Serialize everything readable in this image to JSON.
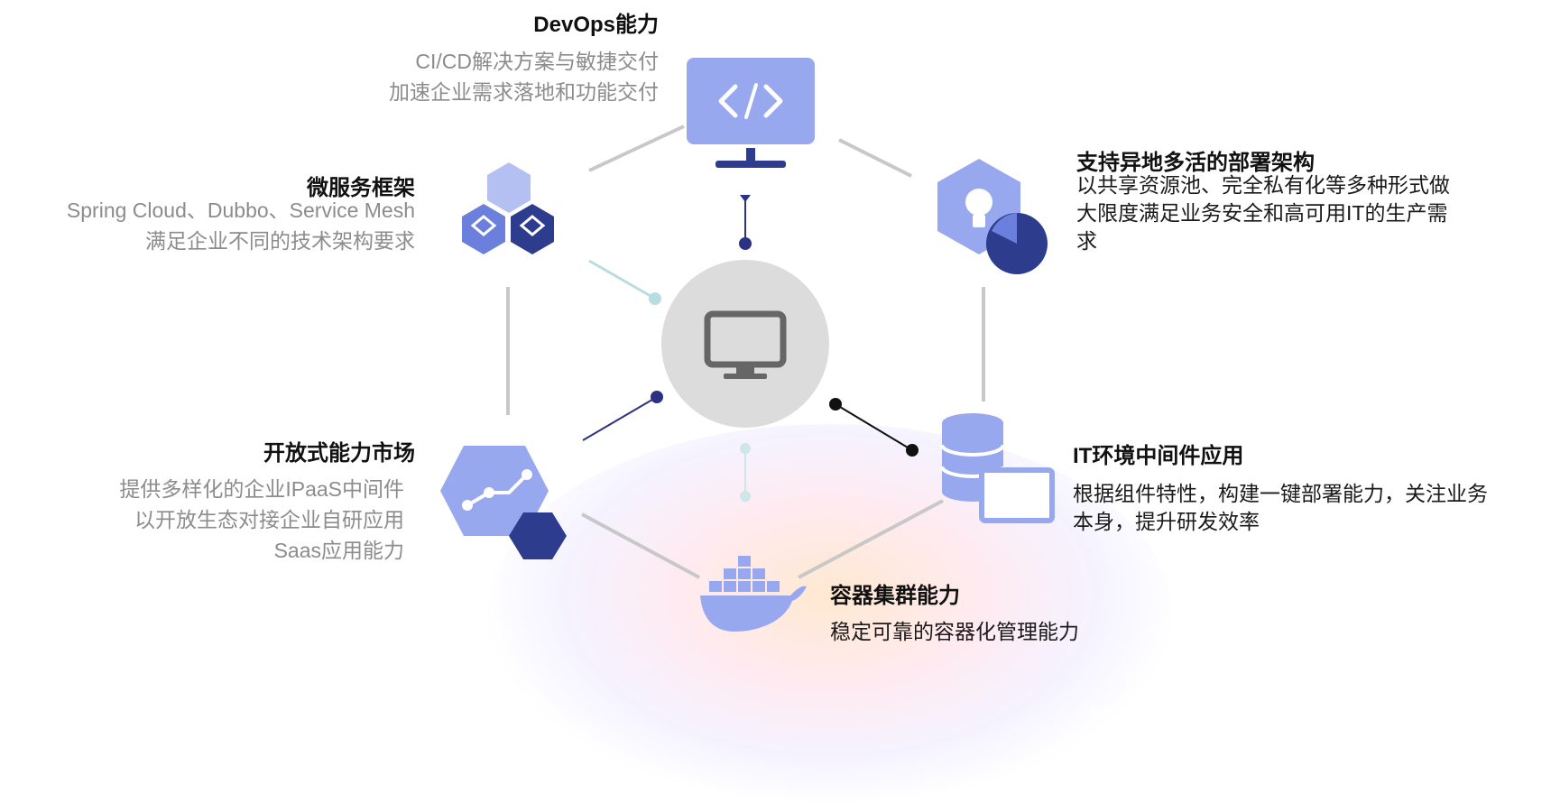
{
  "center": {
    "icon": "monitor-icon"
  },
  "nodes": {
    "devops": {
      "title": "DevOps能力",
      "lines": [
        "CI/CD解决方案与敏捷交付",
        "加速企业需求落地和功能交付"
      ],
      "icon": "code-monitor-icon"
    },
    "microservice": {
      "title": "微服务框架",
      "lines": [
        "Spring Cloud、Dubbo、Service Mesh",
        "满足企业不同的技术架构要求"
      ],
      "icon": "cubes-icon"
    },
    "multisite": {
      "title": "支持异地多活的部署架构",
      "lines": [
        "以共享资源池、完全私有化等多种形式做",
        "大限度满足业务安全和高可用IT的生产需",
        "求"
      ],
      "icon": "lightbulb-icon"
    },
    "openmarket": {
      "title": "开放式能力市场",
      "lines": [
        "提供多样化的企业IPaaS中间件",
        "以开放生态对接企业自研应用",
        "Saas应用能力"
      ],
      "icon": "flow-hexagon-icon"
    },
    "middleware": {
      "title": "IT环境中间件应用",
      "lines": [
        "根据组件特性，构建一键部署能力，关注业务",
        "本身，提升研发效率"
      ],
      "icon": "database-monitor-icon"
    },
    "container": {
      "title": "容器集群能力",
      "lines": [
        "稳定可靠的容器化管理能力"
      ],
      "icon": "docker-whale-icon"
    }
  },
  "watermark": "",
  "colors": {
    "icon_light": "#98a8ee",
    "icon_mid": "#6b7fdc",
    "icon_dark": "#2e3c8e",
    "connector_navy": "#2b3283",
    "connector_teal": "#b8dde0",
    "connector_black": "#111111",
    "hexagon_line": "#c8c8c8",
    "center_fill": "#dcdcdc"
  }
}
